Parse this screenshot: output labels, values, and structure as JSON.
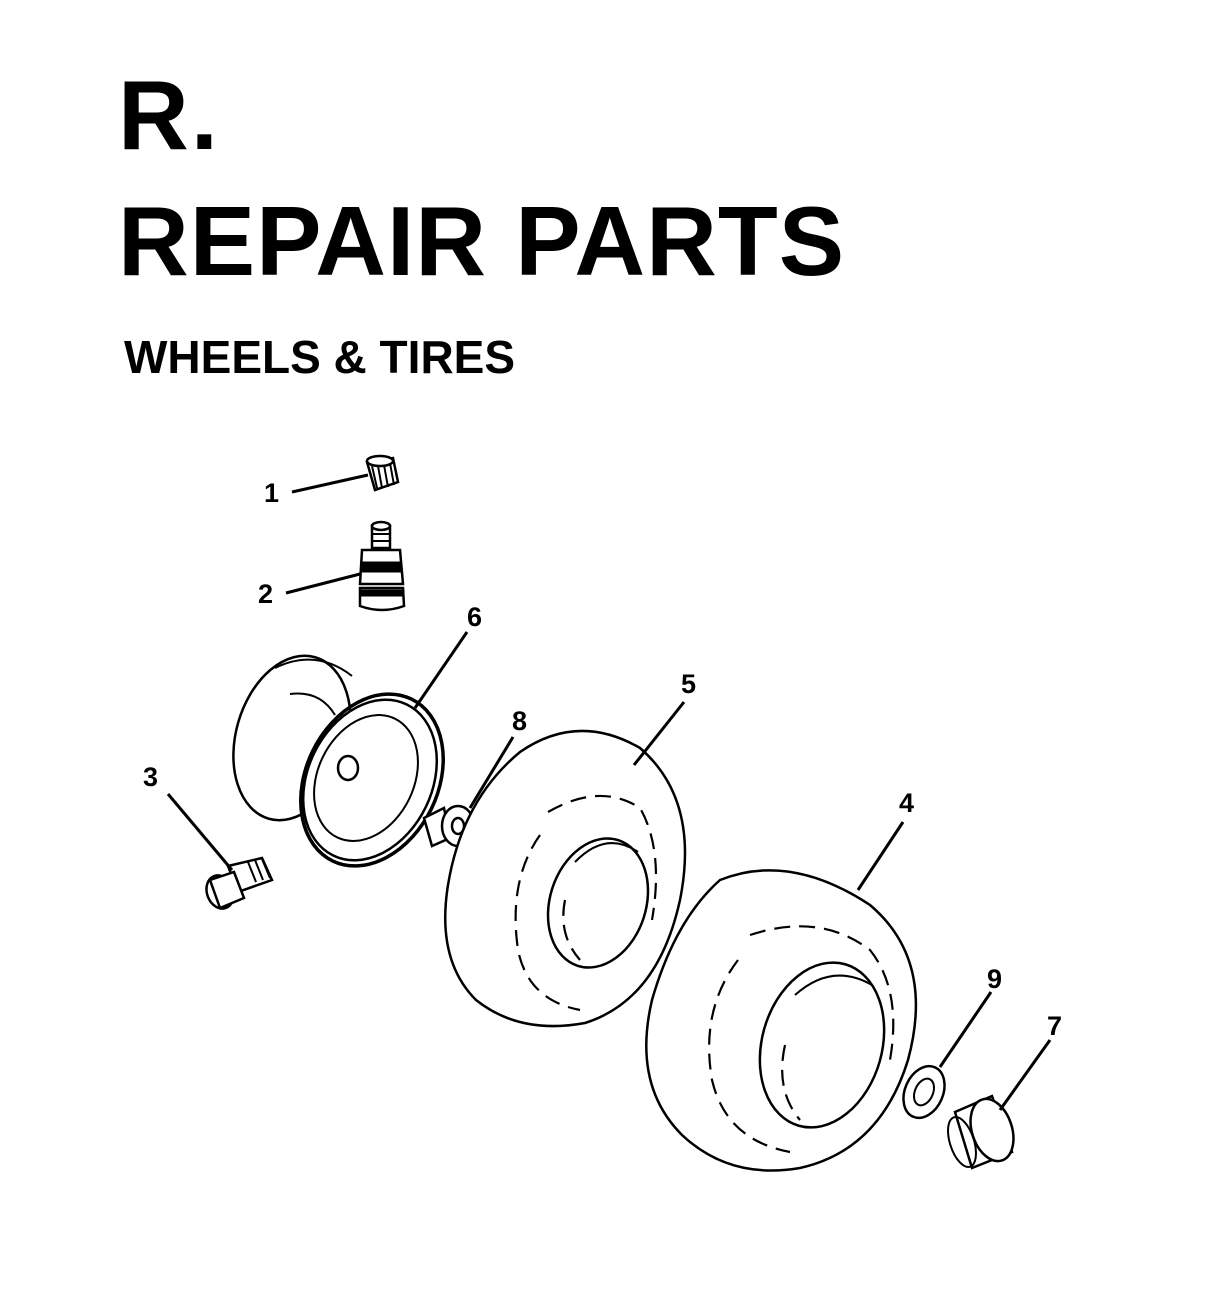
{
  "section": {
    "letter": "R."
  },
  "header": {
    "title": "REPAIR PARTS",
    "subtitle": "WHEELS & TIRES"
  },
  "callouts": [
    {
      "id": "1",
      "label": "1"
    },
    {
      "id": "2",
      "label": "2"
    },
    {
      "id": "3",
      "label": "3"
    },
    {
      "id": "4",
      "label": "4"
    },
    {
      "id": "5",
      "label": "5"
    },
    {
      "id": "6",
      "label": "6"
    },
    {
      "id": "7",
      "label": "7"
    },
    {
      "id": "8",
      "label": "8"
    },
    {
      "id": "9",
      "label": "9"
    }
  ],
  "colors": {
    "ink": "#000000",
    "paper": "#ffffff"
  }
}
